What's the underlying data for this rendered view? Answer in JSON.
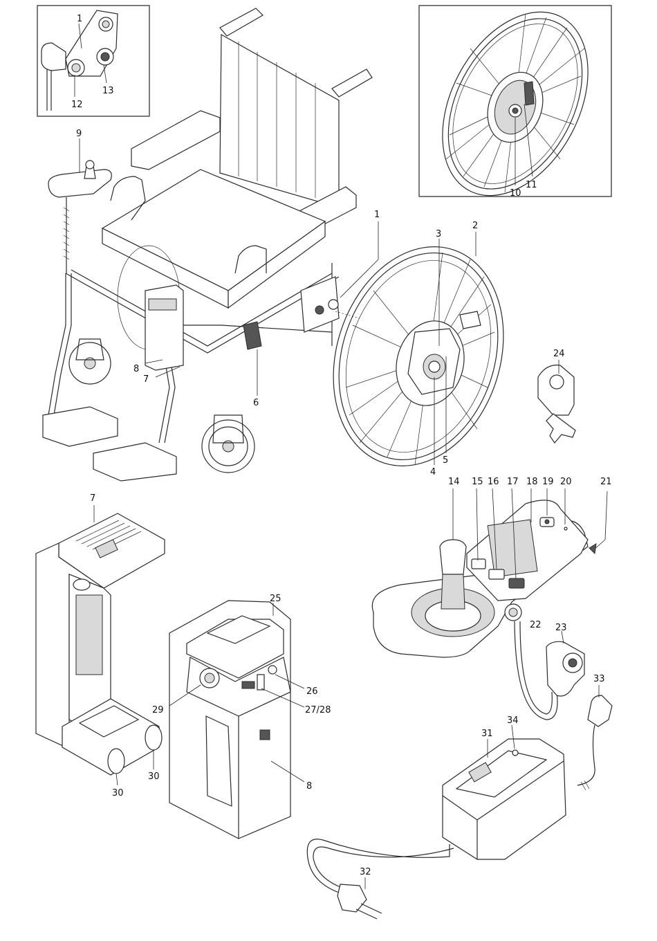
{
  "callouts": {
    "c1_inset": "1",
    "c12": "12",
    "c13": "13",
    "c9": "9",
    "c10": "10",
    "c11": "11",
    "c1": "1",
    "c2": "2",
    "c3": "3",
    "c4": "4",
    "c5": "5",
    "c6": "6",
    "c7_top": "7",
    "c8_top": "8",
    "c24": "24",
    "c7": "7",
    "c30a": "30",
    "c30b": "30",
    "c25": "25",
    "c26": "26",
    "c27_28": "27/28",
    "c29": "29",
    "c8": "8",
    "c14": "14",
    "c15": "15",
    "c16": "16",
    "c17": "17",
    "c18": "18",
    "c19": "19",
    "c20": "20",
    "c21": "21",
    "c22": "22",
    "c23": "23",
    "c33": "33",
    "c34": "34",
    "c31": "31",
    "c32": "32"
  },
  "icons": {
    "joystick": "joystick-icon",
    "plug": "power-plug-icon"
  }
}
